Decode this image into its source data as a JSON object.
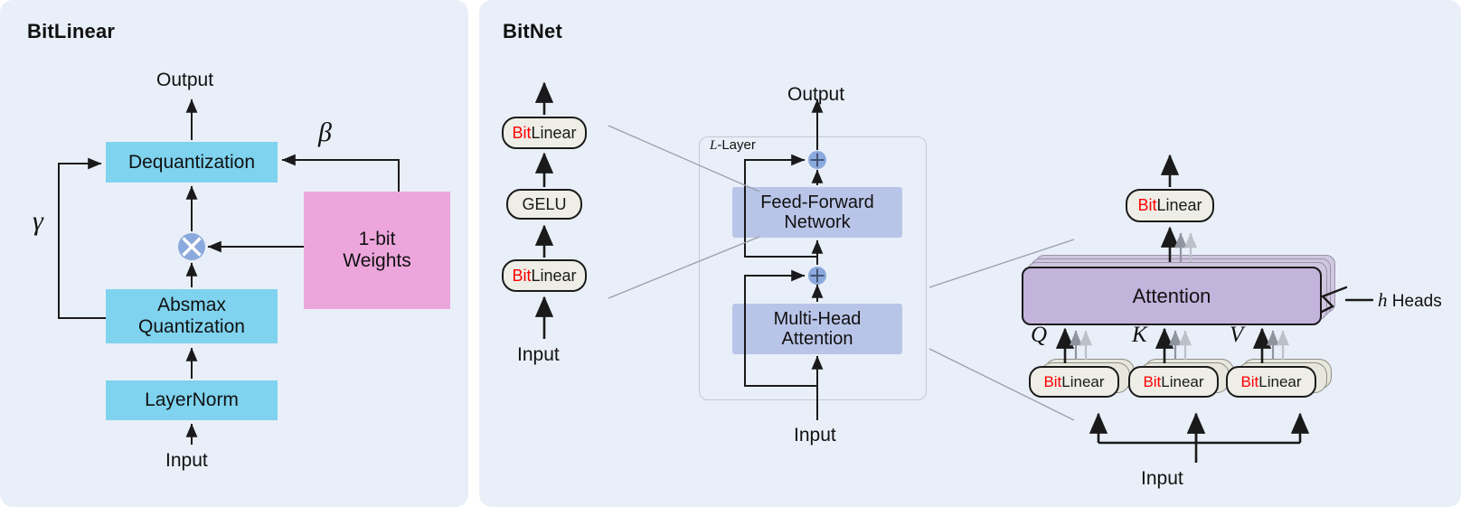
{
  "panels": {
    "left": {
      "title": "BitLinear"
    },
    "right": {
      "title": "BitNet"
    }
  },
  "bitlinear": {
    "output_label": "Output",
    "input_label": "Input",
    "boxes": {
      "dequantization": "Dequantization",
      "absmax_line1": "Absmax",
      "absmax_line2": "Quantization",
      "layernorm": "LayerNorm",
      "weights_line1": "1-bit",
      "weights_line2": "Weights"
    },
    "symbols": {
      "gamma": "γ",
      "beta": "β",
      "multiply": "⊗"
    },
    "colors": {
      "cyan_box": "#7fd3ef",
      "pink_box": "#eda6dc",
      "multiply_circle": "#8ba9dd",
      "panel_bg": "#e9eff8"
    }
  },
  "bitnet": {
    "input_label": "Input",
    "output_label": "Output",
    "stack": [
      {
        "prefix": "Bit",
        "suffix": "Linear"
      },
      {
        "prefix": "",
        "suffix": "GELU"
      },
      {
        "prefix": "Bit",
        "suffix": "Linear"
      }
    ],
    "layer_box_label_italic": "L",
    "layer_box_label_rest": "-Layer",
    "blocks": {
      "ffn_line1": "Feed-Forward",
      "ffn_line2": "Network",
      "mha_line1": "Multi-Head",
      "mha_line2": "Attention"
    },
    "colors": {
      "block_bg": "#b9c5e8",
      "add_circle": "#8ba9dd",
      "layer_border": "#c3c9d4"
    }
  },
  "attention_detail": {
    "top_bitlinear": {
      "prefix": "Bit",
      "suffix": "Linear"
    },
    "attention_label": "Attention",
    "heads_label_italic": "h",
    "heads_label_rest": " Heads",
    "qkv": [
      {
        "symbol": "Q",
        "prefix": "Bit",
        "suffix": "Linear"
      },
      {
        "symbol": "K",
        "prefix": "Bit",
        "suffix": "Linear"
      },
      {
        "symbol": "V",
        "prefix": "Bit",
        "suffix": "Linear"
      }
    ],
    "input_label": "Input",
    "colors": {
      "attention_bg": "#c3b4dc",
      "pill_bg": "#eeeee7",
      "bit_red": "#ff0000"
    }
  }
}
